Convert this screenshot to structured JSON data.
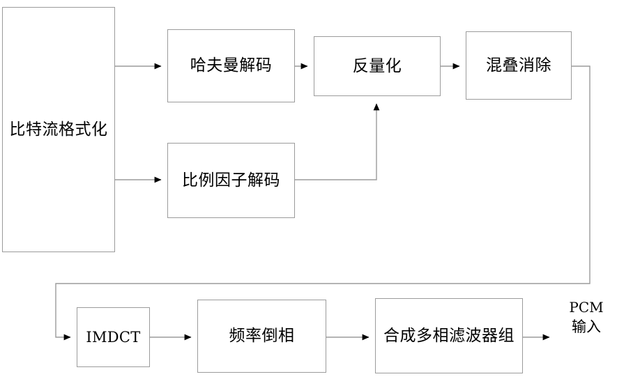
{
  "diagram": {
    "title": "MPEG audio decoder block diagram",
    "line_color": "#9b9b9b",
    "arrow_color": "#000000",
    "box_border_color": "#9b9b9b",
    "background_color": "#ffffff",
    "nodes": [
      {
        "id": "bitstream-format",
        "label": "比特流格式化",
        "script": "cjk"
      },
      {
        "id": "huffman-decode",
        "label": "哈夫曼解码",
        "script": "cjk"
      },
      {
        "id": "scalefactor-decode",
        "label": "比例因子解码",
        "script": "cjk"
      },
      {
        "id": "dequantize",
        "label": "反量化",
        "script": "cjk"
      },
      {
        "id": "alias-reduction",
        "label": "混叠消除",
        "script": "cjk"
      },
      {
        "id": "imdct",
        "label": "IMDCT",
        "script": "latin"
      },
      {
        "id": "frequency-inversion",
        "label": "频率倒相",
        "script": "cjk"
      },
      {
        "id": "synthesis-polyphase-filterbank",
        "label": "合成多相滤波器组",
        "script": "cjk"
      }
    ],
    "captions": [
      {
        "id": "pcm-output",
        "lines": [
          "PCM",
          "输入"
        ]
      }
    ],
    "edges": [
      {
        "from": "bitstream-format",
        "to": "huffman-decode"
      },
      {
        "from": "bitstream-format",
        "to": "scalefactor-decode"
      },
      {
        "from": "huffman-decode",
        "to": "dequantize"
      },
      {
        "from": "scalefactor-decode",
        "to": "dequantize"
      },
      {
        "from": "dequantize",
        "to": "alias-reduction"
      },
      {
        "from": "alias-reduction",
        "to": "imdct"
      },
      {
        "from": "imdct",
        "to": "frequency-inversion"
      },
      {
        "from": "frequency-inversion",
        "to": "synthesis-polyphase-filterbank"
      },
      {
        "from": "synthesis-polyphase-filterbank",
        "to": "pcm-output"
      }
    ]
  }
}
